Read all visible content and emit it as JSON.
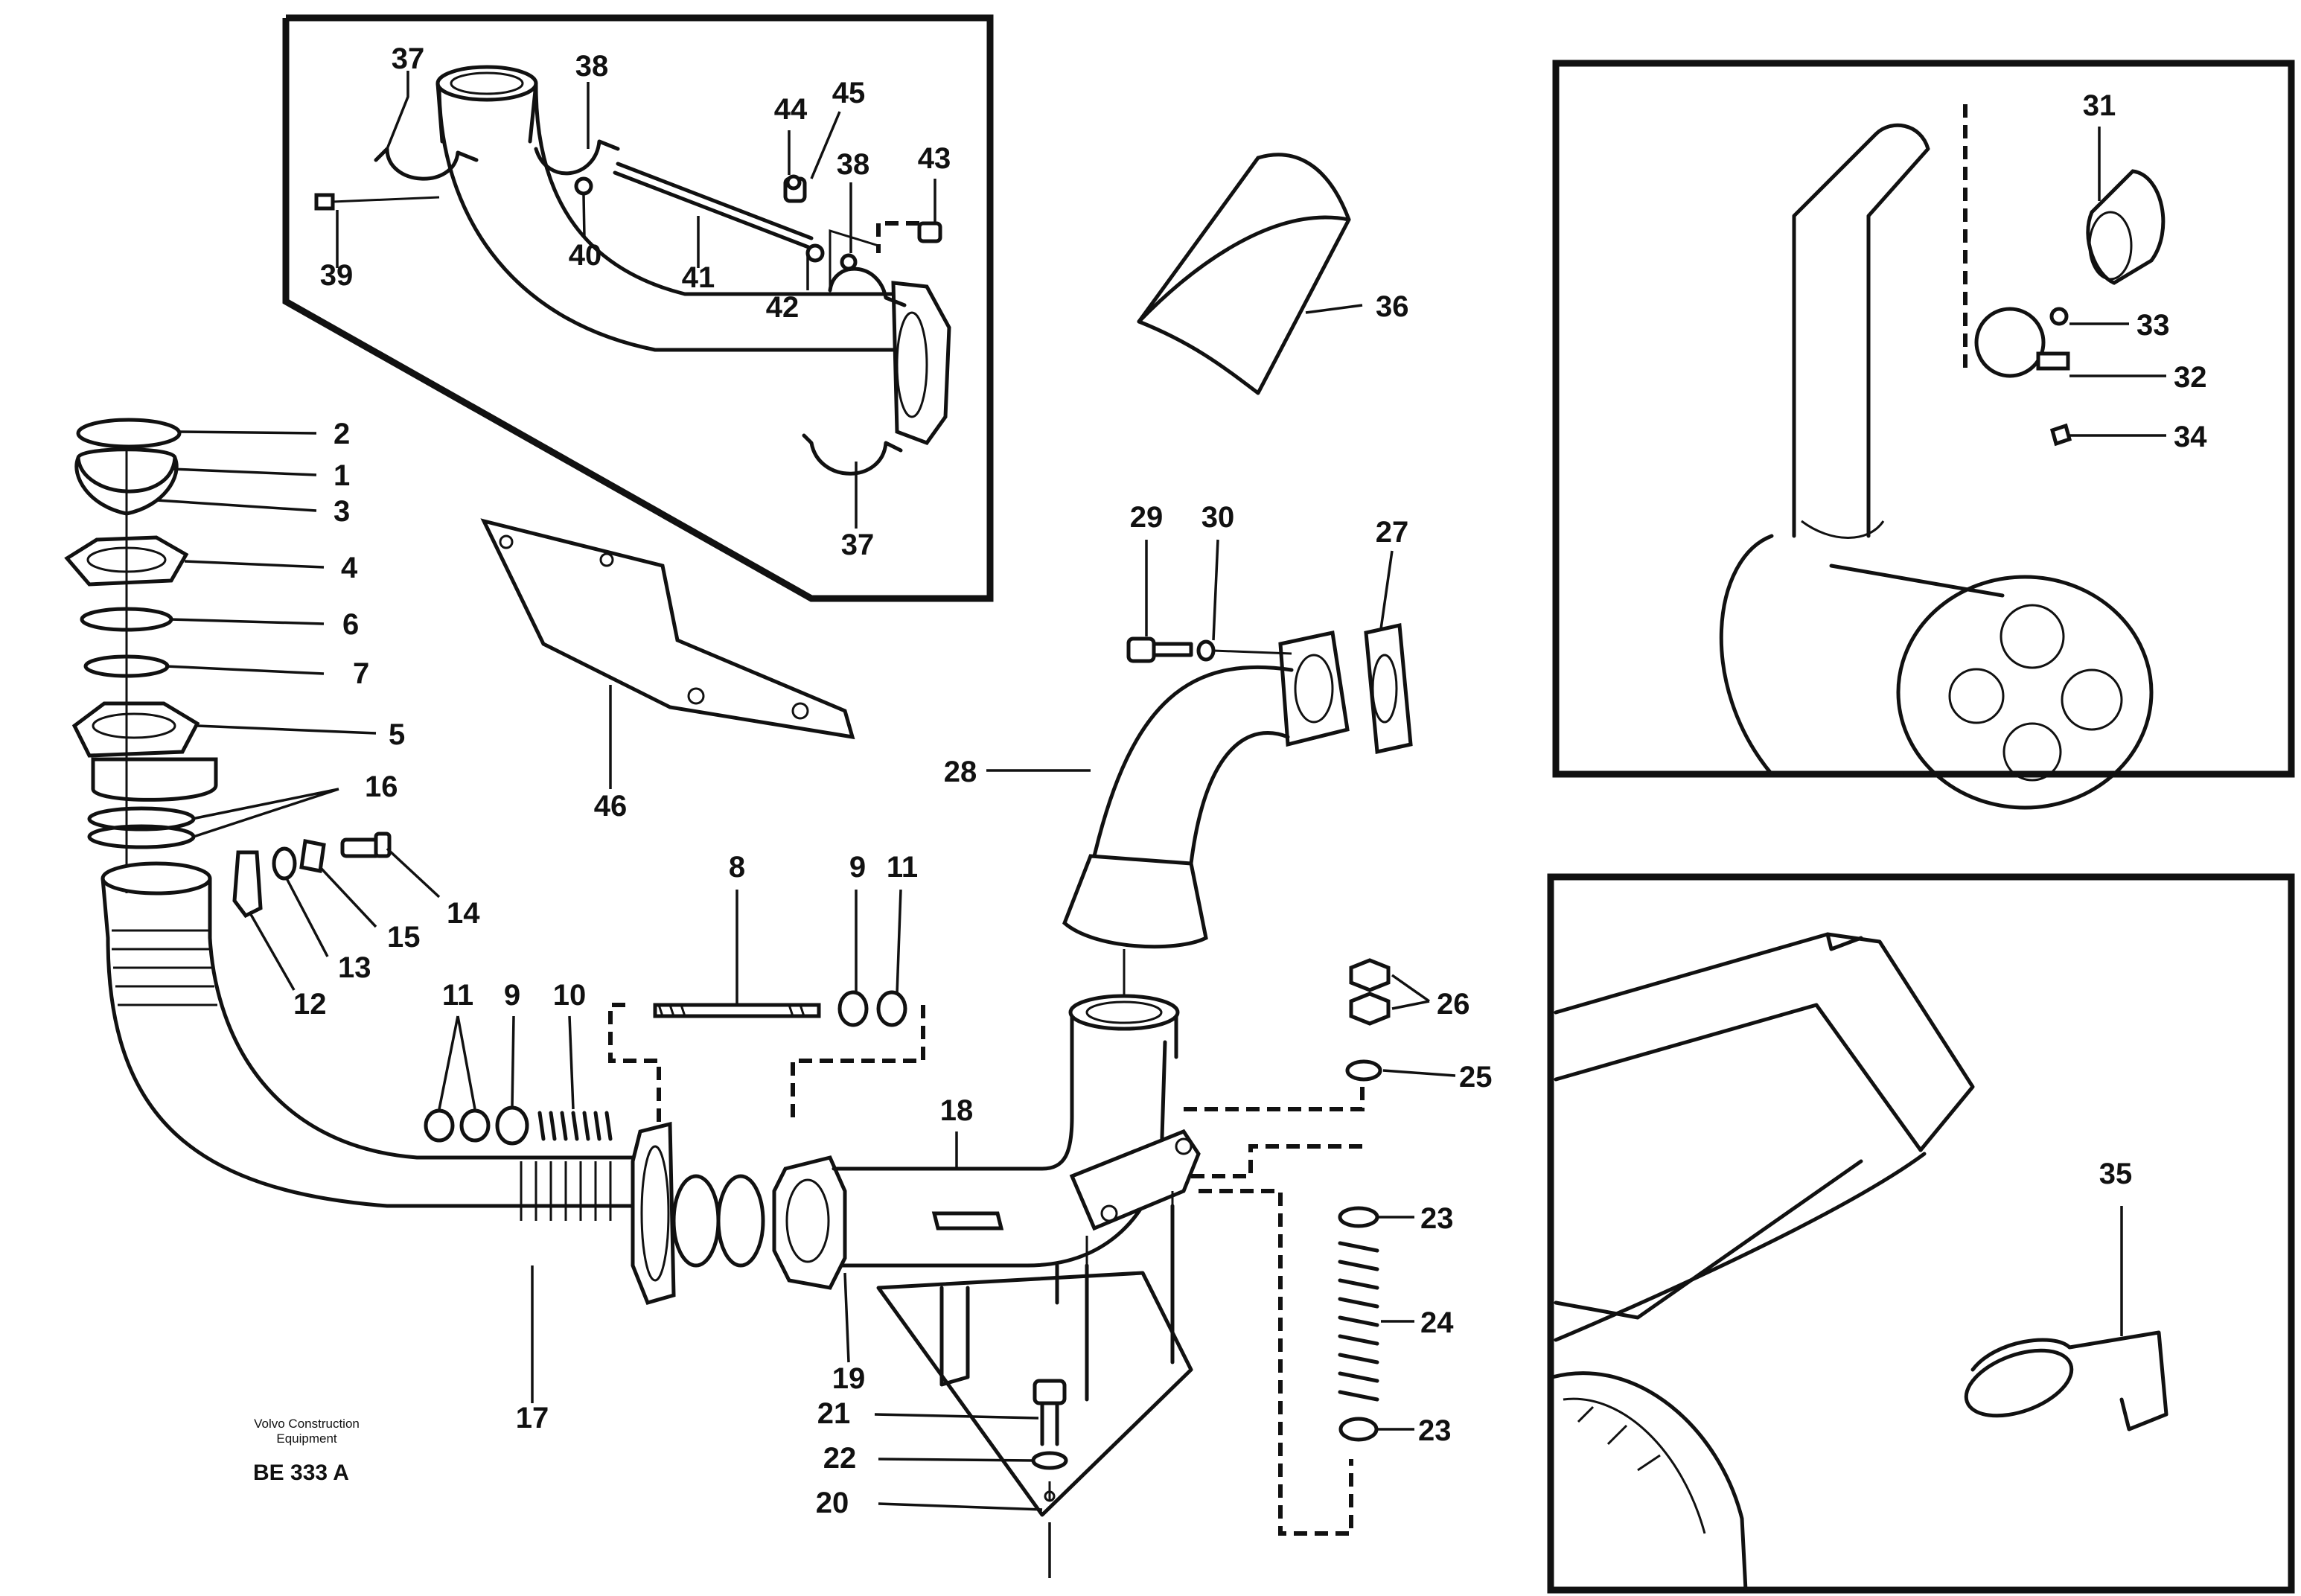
{
  "drawing": {
    "publisher_line1": "Volvo Construction",
    "publisher_line2": "Equipment",
    "drawing_code": "BE 333 A"
  },
  "callouts": {
    "c1": "1",
    "c2": "2",
    "c3": "3",
    "c4": "4",
    "c5": "5",
    "c6": "6",
    "c7": "7",
    "c8": "8",
    "c9a": "9",
    "c9b": "9",
    "c10": "10",
    "c11a": "11",
    "c11b": "11",
    "c12": "12",
    "c13": "13",
    "c14": "14",
    "c15": "15",
    "c16": "16",
    "c17": "17",
    "c18": "18",
    "c19": "19",
    "c20": "20",
    "c21": "21",
    "c22": "22",
    "c23a": "23",
    "c23b": "23",
    "c24": "24",
    "c25": "25",
    "c26": "26",
    "c27": "27",
    "c28": "28",
    "c29": "29",
    "c30": "30",
    "c31": "31",
    "c32": "32",
    "c33": "33",
    "c34": "34",
    "c35": "35",
    "c36": "36",
    "c37a": "37",
    "c37b": "37",
    "c38a": "38",
    "c38b": "38",
    "c39": "39",
    "c40": "40",
    "c41": "41",
    "c42": "42",
    "c43": "43",
    "c44": "44",
    "c45": "45",
    "c46": "46"
  }
}
